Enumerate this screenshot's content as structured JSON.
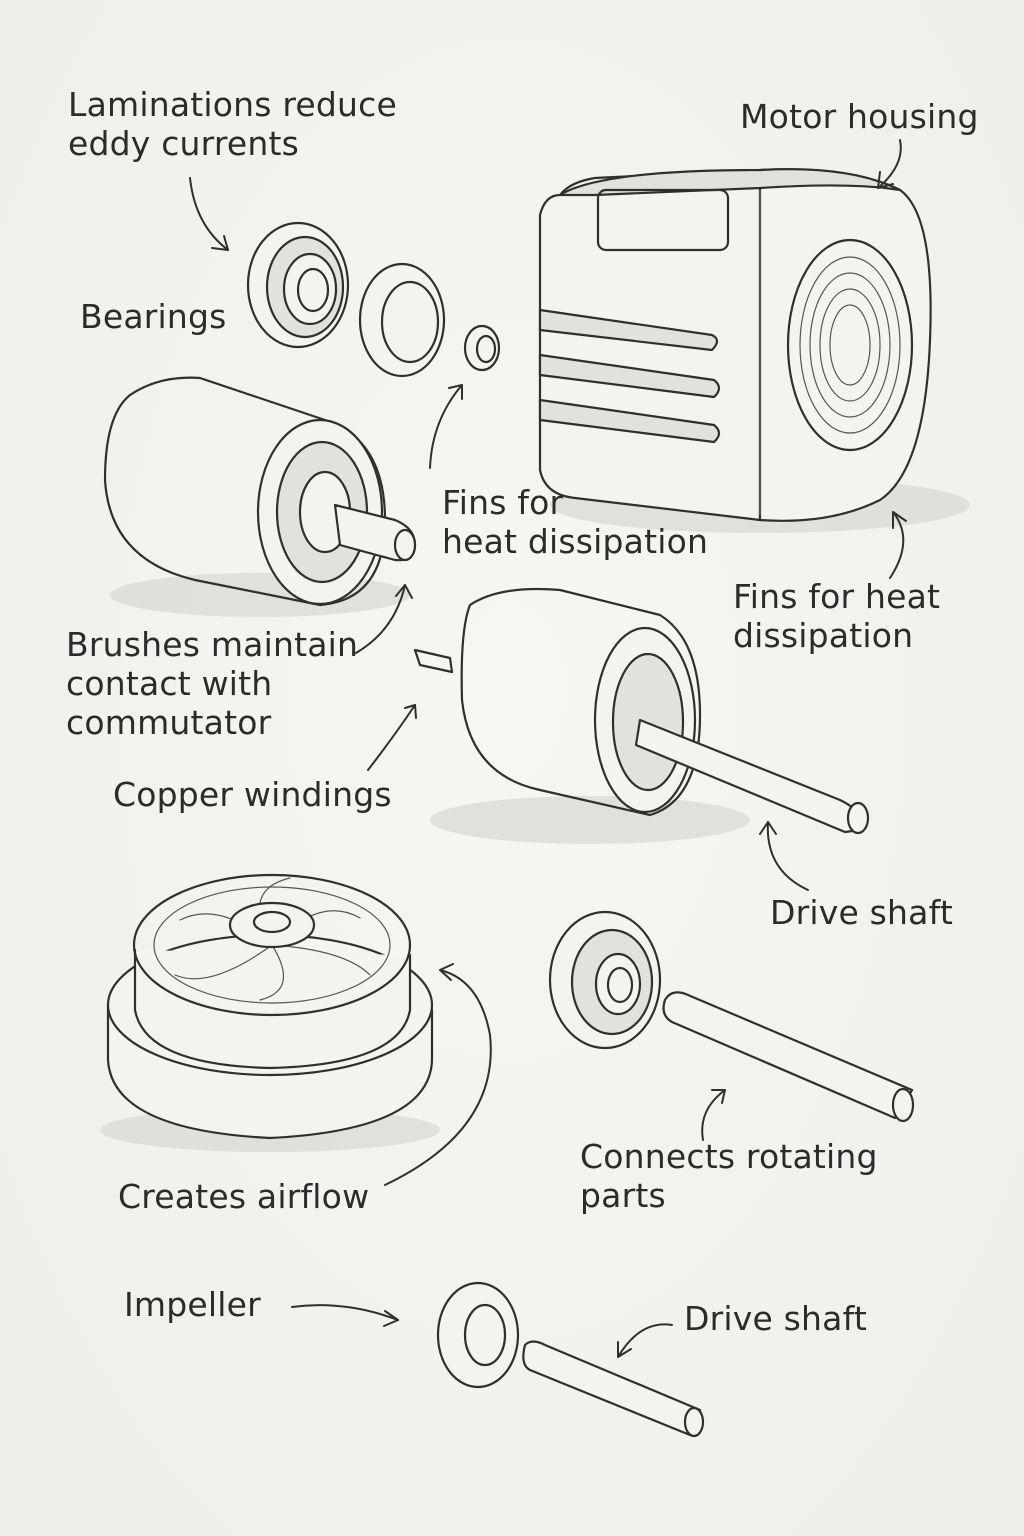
{
  "labels": {
    "laminations": [
      "Laminations  reduce",
      "eddy currents"
    ],
    "motor_housing": "Motor housing",
    "bearings": "Bearings",
    "fins_center": [
      "Fins for",
      "heat dissipation"
    ],
    "fins_right": [
      "Fins for heat",
      "dissipation"
    ],
    "brushes": [
      "Brushes maintain",
      "contact with",
      "commutator"
    ],
    "copper_windings": "Copper windings",
    "drive_shaft_right": "Drive shaft",
    "creates_airflow": "Creates airflow",
    "connects_rotating": [
      "Connects rotating",
      "parts"
    ],
    "impeller": "Impeller",
    "drive_shaft_bottom": "Drive shaft"
  },
  "colors": {
    "ink": "#2f2f2f",
    "paper": "#f3f2ee"
  }
}
